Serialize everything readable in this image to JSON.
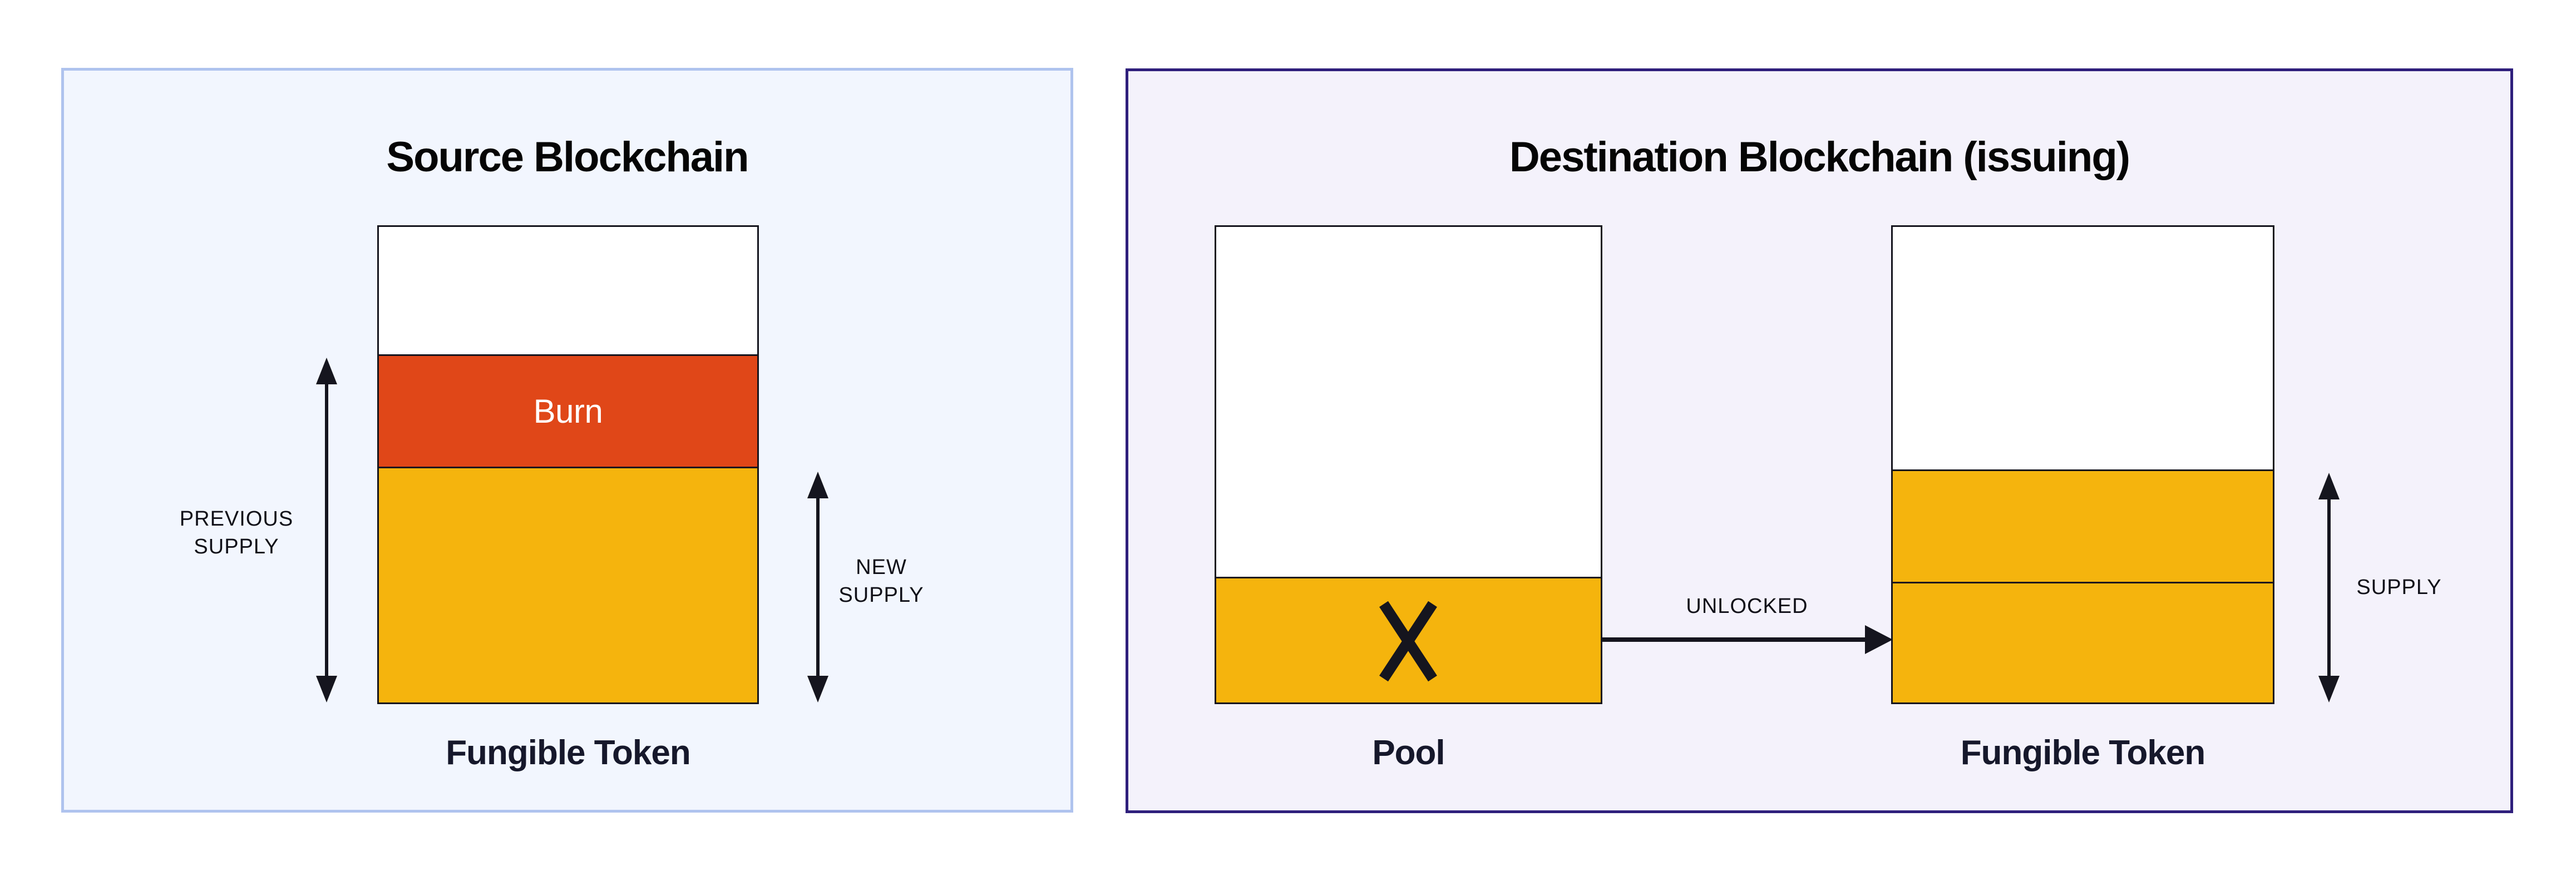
{
  "source_panel": {
    "title": "Source Blockchain",
    "burn_label": "Burn",
    "previous_supply_line1": "PREVIOUS",
    "previous_supply_line2": "SUPPLY",
    "new_supply_line1": "NEW",
    "new_supply_line2": "SUPPLY",
    "token_label": "Fungible Token"
  },
  "destination_panel": {
    "title": "Destination Blockchain (issuing)",
    "pool_label": "Pool",
    "unlocked_label": "UNLOCKED",
    "supply_label": "SUPPLY",
    "token_label": "Fungible Token"
  },
  "colors": {
    "token_yellow": "#F5B40D",
    "burn_orange": "#E04718",
    "ink": "#15151E",
    "source_panel_bg": "#F2F6FE",
    "source_panel_border": "#AFC3EE",
    "destination_panel_bg": "#F4F2FB",
    "destination_panel_border": "#2F1F7C"
  }
}
